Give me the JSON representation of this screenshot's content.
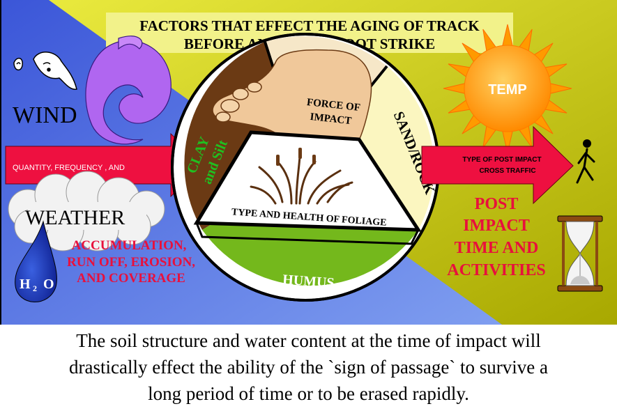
{
  "title": {
    "line1": "FACTORS THAT EFFECT THE AGING OF TRACK",
    "line2": "BEFORE AND AFTER FOOT STRIKE"
  },
  "wind": {
    "label": "WIND",
    "arrow_text": "QUANTITY, FREQUENCY , AND"
  },
  "weather": {
    "label": "WEATHER",
    "drop_h": "H",
    "drop_sub": "2",
    "drop_o": "O",
    "effects": [
      "ACCUMULATION,",
      "RUN OFF, EROSION,",
      "AND COVERAGE"
    ]
  },
  "center": {
    "force": [
      "FORCE OF",
      "IMPACT"
    ],
    "clay": [
      "CLAY",
      "and Silt"
    ],
    "sand": "SAND/ROCK",
    "foliage": "TYPE AND HEALTH OF FOLIAGE",
    "humus": "HUMUS"
  },
  "temp": {
    "label": "TEMP"
  },
  "traffic": {
    "arrow_text": [
      "TYPE OF POST IMPACT",
      "CROSS TRAFFIC"
    ]
  },
  "post": {
    "lines": [
      "POST",
      "IMPACT",
      "TIME AND",
      "ACTIVITIES"
    ]
  },
  "caption": {
    "lines": [
      "The soil structure and water content at the time of impact will",
      "drastically effect the ability of the `sign of passage` to survive a",
      "long period of time or to be erased rapidly."
    ]
  },
  "colors": {
    "blue": "#3d5fd9",
    "yellow": "#d8d800",
    "red_arrow": "#ee1040",
    "clay": "#6b3a14",
    "sand": "#fbf6c0",
    "humus": "#74b81c",
    "sun": "#ff9a00",
    "wind_swirl": "#b066f0",
    "accent_red": "#e8103c"
  }
}
